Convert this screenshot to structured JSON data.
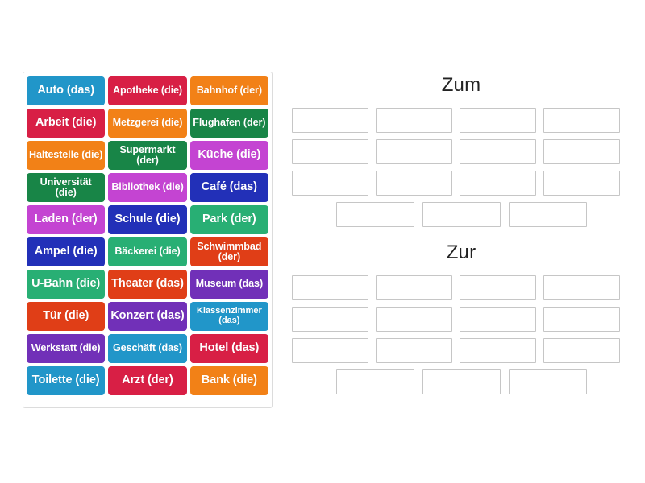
{
  "tile_bank": {
    "name": "word-tile-bank",
    "rows": [
      [
        {
          "label": "Auto (das)",
          "color": "#2196c9",
          "lines": 1
        },
        {
          "label": "Apotheke (die)",
          "color": "#d81f45",
          "lines": 2
        },
        {
          "label": "Bahnhof (der)",
          "color": "#f28117",
          "lines": 2
        }
      ],
      [
        {
          "label": "Arbeit (die)",
          "color": "#d81f45",
          "lines": 1
        },
        {
          "label": "Metzgerei (die)",
          "color": "#f28117",
          "lines": 2
        },
        {
          "label": "Flughafen (der)",
          "color": "#188547",
          "lines": 2
        }
      ],
      [
        {
          "label": "Haltestelle (die)",
          "color": "#f28117",
          "lines": 2
        },
        {
          "label": "Supermarkt (der)",
          "color": "#188547",
          "lines": 2
        },
        {
          "label": "Küche (die)",
          "color": "#c444d2",
          "lines": 1
        }
      ],
      [
        {
          "label": "Universität (die)",
          "color": "#188547",
          "lines": 2
        },
        {
          "label": "Bibliothek (die)",
          "color": "#c444d2",
          "lines": 2
        },
        {
          "label": "Café (das)",
          "color": "#2230b8",
          "lines": 1
        }
      ],
      [
        {
          "label": "Laden (der)",
          "color": "#c444d2",
          "lines": 1
        },
        {
          "label": "Schule (die)",
          "color": "#2230b8",
          "lines": 1
        },
        {
          "label": "Park (der)",
          "color": "#28af74",
          "lines": 1
        }
      ],
      [
        {
          "label": "Ampel (die)",
          "color": "#2230b8",
          "lines": 1
        },
        {
          "label": "Bäckerei (die)",
          "color": "#28af74",
          "lines": 2
        },
        {
          "label": "Schwimmbad (der)",
          "color": "#e03e17",
          "lines": 2
        }
      ],
      [
        {
          "label": "U-Bahn (die)",
          "color": "#28af74",
          "lines": 1
        },
        {
          "label": "Theater (das)",
          "color": "#e03e17",
          "lines": 1
        },
        {
          "label": "Museum (das)",
          "color": "#7130b8",
          "lines": 2
        }
      ],
      [
        {
          "label": "Tür (die)",
          "color": "#e03e17",
          "lines": 1
        },
        {
          "label": "Konzert (das)",
          "color": "#7130b8",
          "lines": 1
        },
        {
          "label": "Klassenzimmer (das)",
          "color": "#2196c9",
          "lines": 2,
          "small": true
        }
      ],
      [
        {
          "label": "Werkstatt (die)",
          "color": "#7130b8",
          "lines": 2
        },
        {
          "label": "Geschäft (das)",
          "color": "#2196c9",
          "lines": 2
        },
        {
          "label": "Hotel (das)",
          "color": "#d81f45",
          "lines": 1
        }
      ],
      [
        {
          "label": "Toilette (die)",
          "color": "#2196c9",
          "lines": 1
        },
        {
          "label": "Arzt (der)",
          "color": "#d81f45",
          "lines": 1
        },
        {
          "label": "Bank (die)",
          "color": "#f28117",
          "lines": 1
        }
      ]
    ]
  },
  "zones": [
    {
      "id": "zum",
      "title": "Zum",
      "slot_rows": [
        4,
        4,
        4,
        3
      ],
      "total_slots": 15,
      "filled": []
    },
    {
      "id": "zur",
      "title": "Zur",
      "slot_rows": [
        4,
        4,
        4,
        3
      ],
      "total_slots": 15,
      "filled": []
    }
  ],
  "colors": {
    "background": "#ffffff",
    "slot_border": "#c6c6c6",
    "bank_border": "#dcdcdc",
    "title_text": "#222222"
  }
}
